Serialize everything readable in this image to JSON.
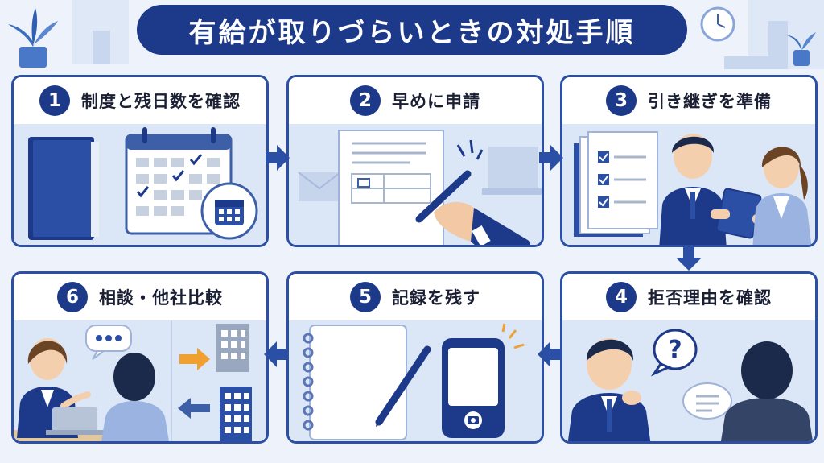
{
  "title": "有給が取りづらいときの対処手順",
  "steps": [
    {
      "num": "1",
      "label": "制度と残日数を確認"
    },
    {
      "num": "2",
      "label": "早めに申請"
    },
    {
      "num": "3",
      "label": "引き継ぎを準備"
    },
    {
      "num": "4",
      "label": "拒否理由を確認"
    },
    {
      "num": "5",
      "label": "記録を残す"
    },
    {
      "num": "6",
      "label": "相談・他社比較"
    }
  ],
  "colors": {
    "navy": "#1d3a8a",
    "accent": "#2c4fa6",
    "orange": "#f0a030",
    "panel_bg": "#dbe6f6"
  },
  "icons": [
    "calendar-icon",
    "document-icon",
    "pen-icon",
    "checklist-icon",
    "question-icon",
    "notebook-icon",
    "smartphone-icon",
    "building-icon",
    "chat-icon"
  ]
}
